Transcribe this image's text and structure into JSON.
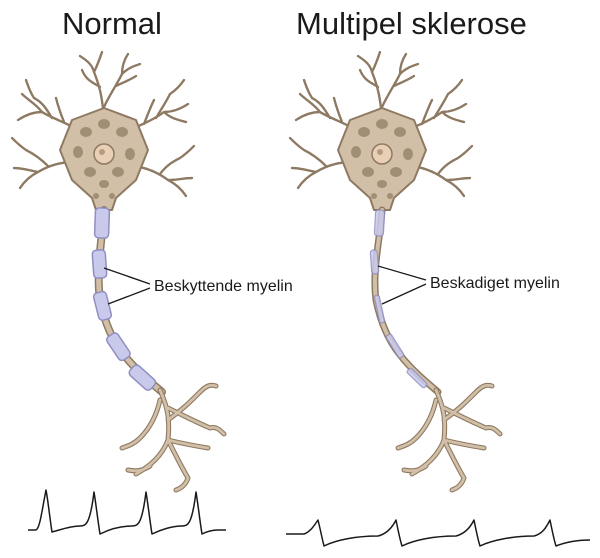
{
  "titles": {
    "normal": "Normal",
    "ms": "Multipel sklerose"
  },
  "labels": {
    "normal_myelin": "Beskyttende myelin",
    "ms_myelin": "Beskadiget myelin"
  },
  "colors": {
    "neuron_body": "#d2bfa7",
    "neuron_outline": "#8e7a62",
    "nucleus_spots": "#a28e74",
    "myelin_fill": "#c9c9ec",
    "myelin_outline": "#8f8fc4",
    "signal_line": "#1a1a1a"
  }
}
